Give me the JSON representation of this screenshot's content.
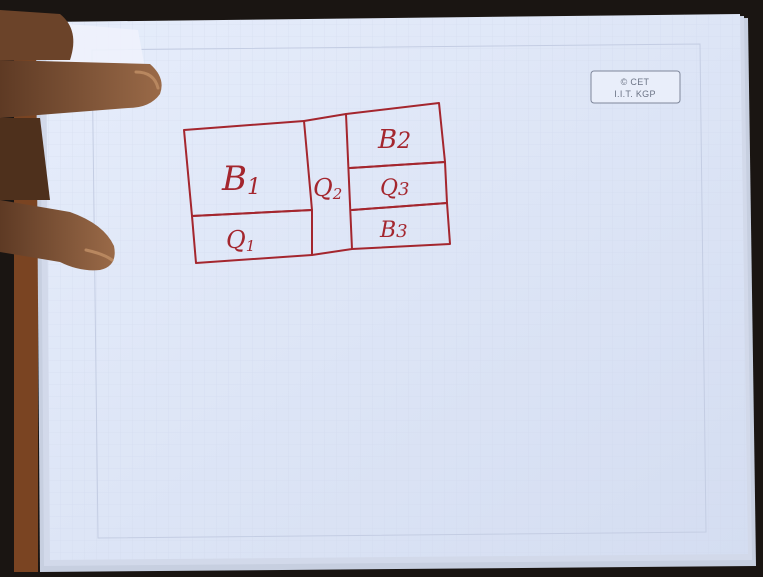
{
  "watermark": {
    "line1": "© CET",
    "line2": "I.I.T. KGP"
  },
  "diagram": {
    "blocks": [
      {
        "id": "B1",
        "label": "B",
        "sub": "1"
      },
      {
        "id": "Q1",
        "label": "Q",
        "sub": "1"
      },
      {
        "id": "Q2",
        "label": "Q",
        "sub": "2"
      },
      {
        "id": "B2",
        "label": "B",
        "sub": "2"
      },
      {
        "id": "Q3",
        "label": "Q",
        "sub": "3"
      },
      {
        "id": "B3",
        "label": "B",
        "sub": "3"
      }
    ]
  },
  "colors": {
    "ink": "#a4262e",
    "paper": "#dfe7f7",
    "desk": "#1a1512",
    "skin": "#8a5a3c"
  }
}
